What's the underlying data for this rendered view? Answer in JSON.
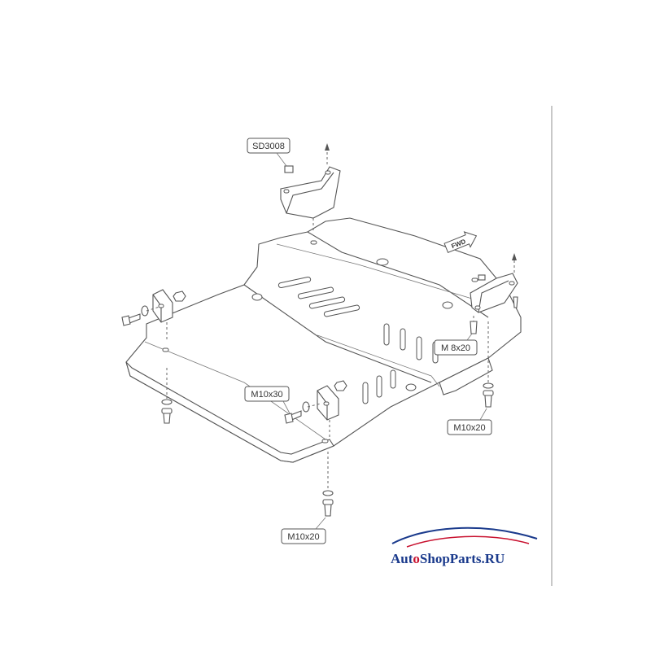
{
  "labels": {
    "bracket_part": "SD3008",
    "bolt_m8": "M 8x20",
    "bolt_m10x30": "M10x30",
    "bolt_m10x20_right": "M10x20",
    "bolt_m10x20_bottom": "M10x20",
    "fwd": "FWD"
  },
  "logo": {
    "part1": "Aut",
    "part2": "ShopParts.RU",
    "text_color": "#1a3a8c",
    "accent_color": "#c8102e"
  }
}
